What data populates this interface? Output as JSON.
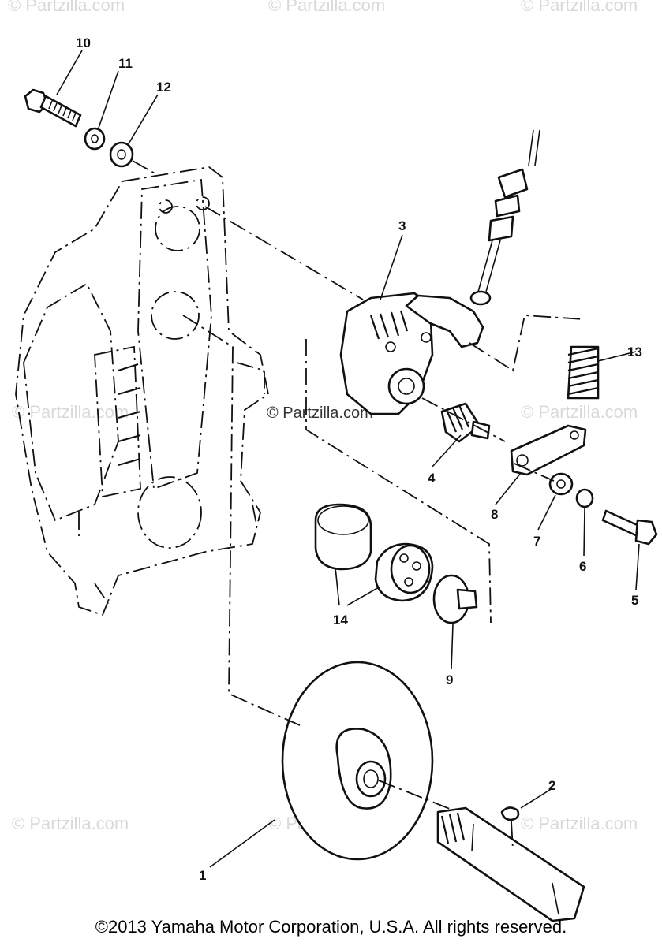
{
  "watermark": "© Partzilla.com",
  "copyright": "©2013  Yamaha Motor Corporation, U.S.A. All rights reserved.",
  "callouts": [
    {
      "id": "label-1",
      "text": "1"
    },
    {
      "id": "label-2",
      "text": "2"
    },
    {
      "id": "label-3",
      "text": "3"
    },
    {
      "id": "label-4",
      "text": "4"
    },
    {
      "id": "label-5",
      "text": "5"
    },
    {
      "id": "label-6",
      "text": "6"
    },
    {
      "id": "label-7",
      "text": "7"
    },
    {
      "id": "label-8",
      "text": "8"
    },
    {
      "id": "label-9",
      "text": "9"
    },
    {
      "id": "label-10",
      "text": "10"
    },
    {
      "id": "label-11",
      "text": "11"
    },
    {
      "id": "label-12",
      "text": "12"
    },
    {
      "id": "label-13",
      "text": "13"
    },
    {
      "id": "label-14",
      "text": "14"
    }
  ]
}
